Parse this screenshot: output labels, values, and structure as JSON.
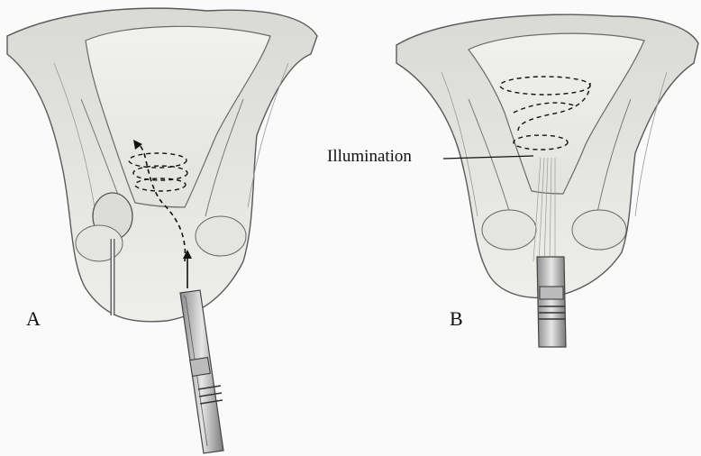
{
  "figure": {
    "panels": [
      {
        "label": "A"
      },
      {
        "label": "B"
      }
    ],
    "callout": {
      "text": "Illumination"
    }
  },
  "colors": {
    "background": "#fafafa",
    "tissue_light": "#e6e6e3",
    "tissue_mid": "#c9c9c4",
    "ink": "#1a1a1a"
  }
}
